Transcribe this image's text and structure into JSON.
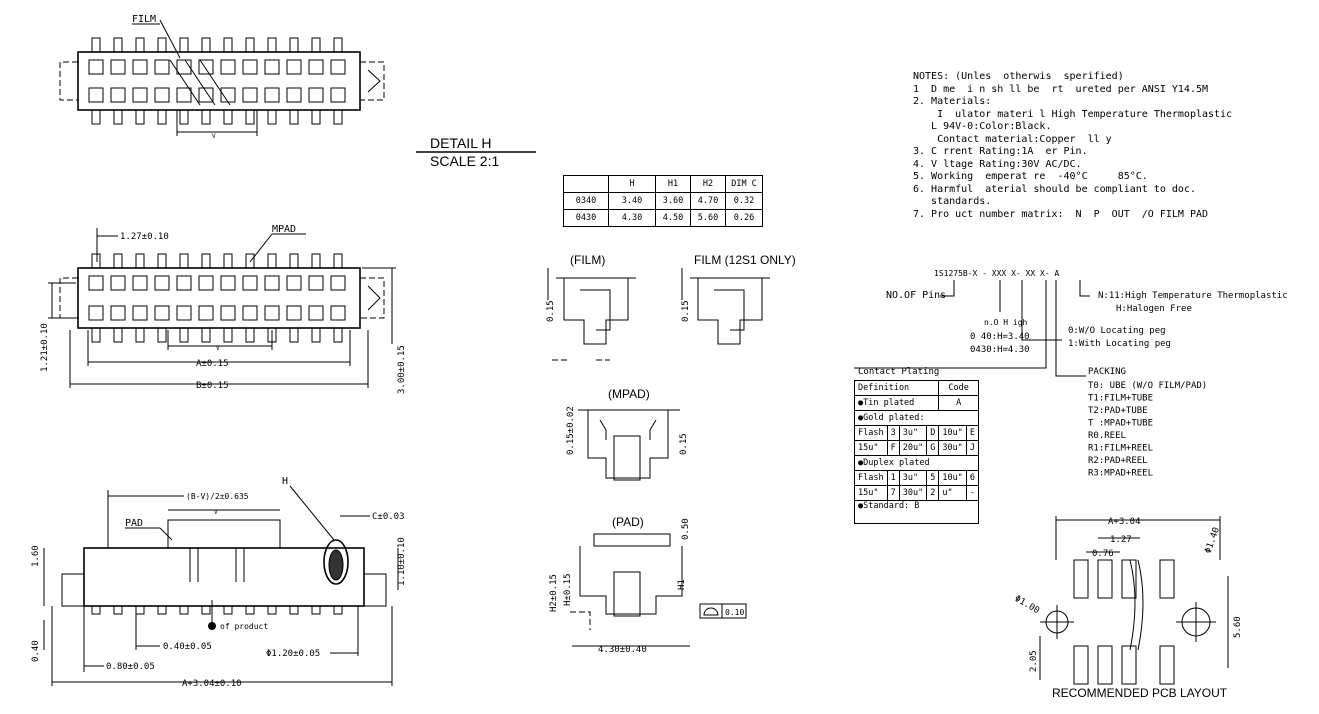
{
  "views": {
    "film_label": "FILM",
    "mpad_label": "MPAD",
    "pad_label": "PAD",
    "h_label": "H",
    "dim_v": "V",
    "dim_127": "1.27±0.10",
    "dim_121": "1.21±0.10",
    "dim_a015": "A±0.15",
    "dim_b015": "B±0.15",
    "dim_300": "3.00±0.15",
    "dim_bv": "(B-V)/2±0.635",
    "dim_c003": "C±0.03",
    "dim_160": "1.60",
    "dim_110": "1.10±0.10",
    "dim_040": "0.40",
    "dim_040_05": "0.40±0.05",
    "dim_120": "Φ1.20±0.05",
    "dim_080": "0.80±0.05",
    "dim_a304": "A+3.04±0.10",
    "center_note": "of product"
  },
  "detail": {
    "title": "DETAIL  H",
    "scale": "SCALE  2:1",
    "film": "(FILM)",
    "film12": "FILM (12S1 ONLY)",
    "mpad": "(MPAD)",
    "pad": "(PAD)",
    "d015": "0.15",
    "d015_02": "0.15±0.02",
    "d050": "0.50",
    "d215": "H2±0.15",
    "dh015": "H±0.15",
    "dh1": "H1",
    "d430": "4.30±0.40",
    "flatness": "0.10"
  },
  "h_table": {
    "header": [
      "H",
      "H1",
      "H2",
      "DIM C"
    ],
    "rows": [
      [
        "0340",
        "3.40",
        "3.60",
        "4.70",
        "0.32"
      ],
      [
        "0430",
        "4.30",
        "4.50",
        "5.60",
        "0.26"
      ]
    ]
  },
  "notes": {
    "lines": [
      "NOTES: (Unles  otherwis  sperified)",
      "1  D me  i n sh ll be  rt  ureted per ANSI Y14.5M",
      "2. Materials:",
      "    I  ulator materi l High Temperature Thermoplastic",
      "   L 94V-0:Color:Black.",
      "    Contact material:Copper  ll y",
      "3. C rrent Rating:1A  er Pin.",
      "4. V ltage Rating:30V AC/DC.",
      "5. Working  emperat re  -40°C     85°C.",
      "6. Harmful  aterial should be compliant to doc.",
      "   standards.",
      "7. Pro uct number matrix:  N  P  OUT  /O FILM PAD"
    ]
  },
  "matrix": {
    "part": "1S1275B-X - XXX  X- XX  X- A",
    "no_pins": "NO.OF Pins",
    "n_line1": "N:11:High Temperature Thermoplastic",
    "n_line2": "H:Halogen Free",
    "height_title": "n.O H igh",
    "height1": "0 40:H=3.40",
    "height2": "0430:H=4.30",
    "loc1": "0:W/O Locating peg",
    "loc2": "1:With Locating peg",
    "contact_title": "Contact Plating",
    "packing_title": "PACKING",
    "packing": [
      "T0: UBE (W/O FILM/PAD)",
      "T1:FILM+TUBE",
      "T2:PAD+TUBE",
      "T :MPAD+TUBE",
      "R0.REEL",
      "R1:FILM+REEL",
      "R2:PAD+REEL",
      "R3:MPAD+REEL"
    ]
  },
  "plating": {
    "h_def": "Definition",
    "h_code": "Code",
    "tin": "●Tin plated",
    "tin_code": "A",
    "gold": "●Gold plated:",
    "g1": [
      "Flash",
      "3",
      "3u\"",
      "D",
      "10u\"",
      "E"
    ],
    "g2": [
      "15u\"",
      "F",
      "20u\"",
      "G",
      "30u\"",
      "J"
    ],
    "duplex": "●Duplex plated",
    "d1": [
      "Flash",
      "1",
      "3u\"",
      "5",
      "10u\"",
      "6"
    ],
    "d2": [
      "15u\"",
      "7",
      "30u\"",
      "2",
      "  u\"",
      "-"
    ],
    "standard": "●Standard: B"
  },
  "pcb": {
    "a304": "A+3.04",
    "d127": "1.27",
    "d076": "0.76",
    "phi140": "Φ1.40",
    "phi100": "Φ1.00",
    "d560": "5.60",
    "d205": "2.05",
    "caption": "RECOMMENDED  PCB  LAYOUT"
  }
}
